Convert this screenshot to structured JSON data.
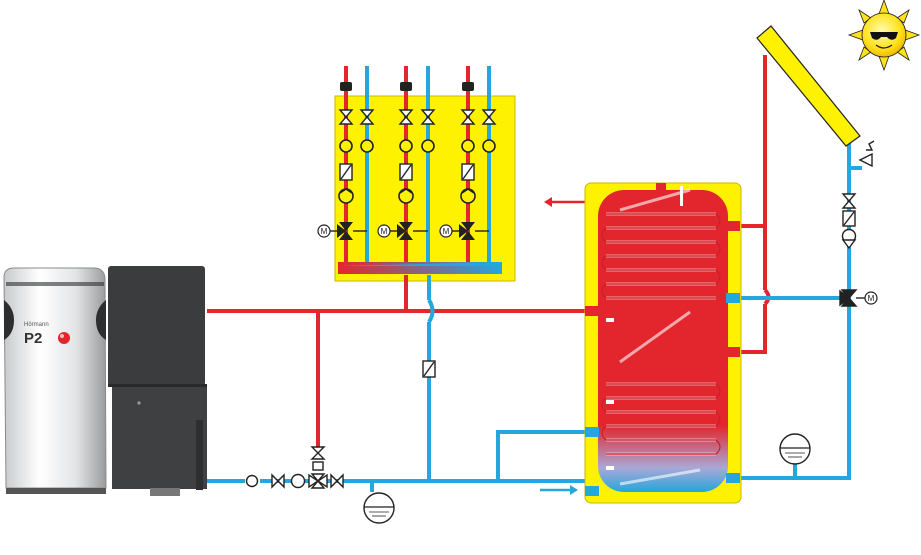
{
  "boiler": {
    "brand_small": "Hörmann",
    "brand_logo": "P2",
    "icon": "pellet-boiler-icon"
  },
  "labels": {
    "motor_symbol": "M"
  },
  "colors": {
    "supply_hot": "#e3262d",
    "return_cold": "#25a6dc",
    "panel_yellow": "#fff200",
    "boiler_dark": "#3b3c3e",
    "valve_dark": "#222222"
  },
  "heating_circuits": [
    {
      "name": "circuit-1",
      "mixer": "motor-mixing-valve"
    },
    {
      "name": "circuit-2",
      "mixer": "motor-mixing-valve"
    },
    {
      "name": "circuit-3",
      "mixer": "motor-mixing-valve"
    }
  ],
  "icons": [
    "sun-with-sunglasses-icon",
    "solar-collector-icon",
    "expansion-vessel-icon",
    "safety-valve-icon",
    "circulation-pump-icon",
    "check-valve-icon",
    "motor-valve-icon",
    "hot-water-tank-icon",
    "cold-water-inlet-arrow-icon",
    "hot-water-outlet-arrow-icon"
  ]
}
